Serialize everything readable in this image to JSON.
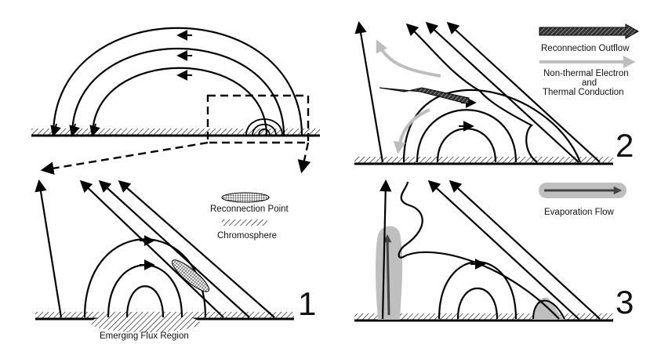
{
  "legend": {
    "reconnection_point": "Reconnection Point",
    "chromosphere": "Chromosphere",
    "reconnection_outflow": "Reconnection Outflow",
    "nonthermal_line1": "Non-thermal Electron",
    "nonthermal_line2": "and",
    "nonthermal_line3": "Thermal Conduction",
    "evaporation_flow": "Evaporation Flow"
  },
  "labels": {
    "emerging_flux_region": "Emerging Flux Region"
  },
  "panels": {
    "panel1_number": "1",
    "panel2_number": "2",
    "panel3_number": "3"
  },
  "colors": {
    "line": "#000000",
    "grey_arrow": "#bdbdbd",
    "evaporation_fill": "#bfbfbf"
  }
}
